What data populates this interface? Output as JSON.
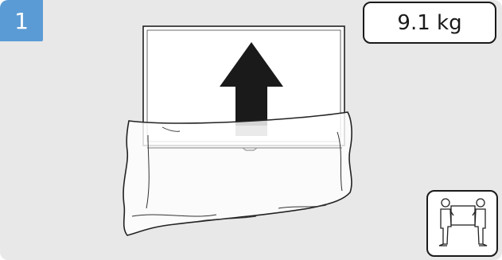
{
  "step": {
    "number": "1",
    "badge_color": "#5b9bd5"
  },
  "weight": {
    "label": "9.1 kg"
  },
  "illustration": {
    "arrow_direction": "up",
    "arrow_icon": "arrow-up-icon",
    "carry_icon": "two-person-carry-icon"
  }
}
